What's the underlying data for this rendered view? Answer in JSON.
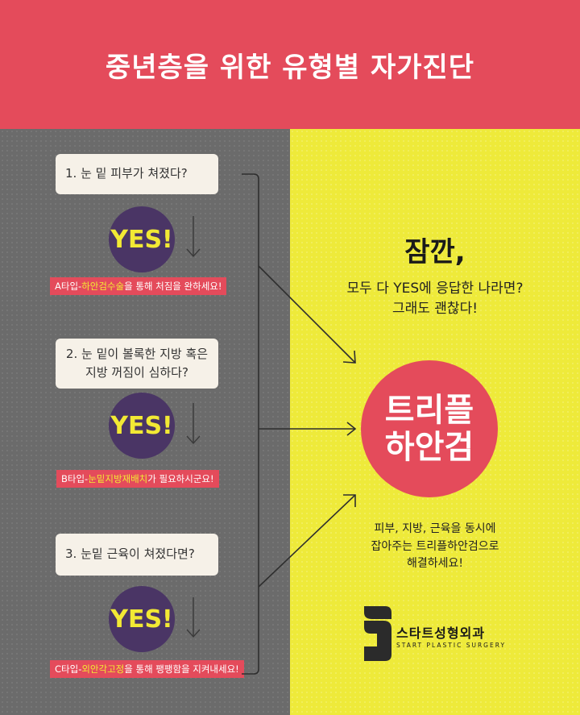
{
  "header": {
    "title": "중년층을 위한 유형별 자가진단"
  },
  "questions": [
    {
      "lines": [
        "1. 눈 밑 피부가 쳐졌다?"
      ],
      "answer": "YES!",
      "tag": {
        "prefix": "A타입-",
        "highlight": "하안검수술",
        "suffix": "을 통해 처짐을 완하세요!"
      }
    },
    {
      "lines": [
        "2. 눈 밑이 볼록한 지방 혹은",
        "지방 꺼짐이 심하다?"
      ],
      "answer": "YES!",
      "tag": {
        "prefix": "B타입-",
        "highlight": "눈밑지방재배치",
        "suffix": "가 필요하시군요!"
      }
    },
    {
      "lines": [
        "3. 눈밑 근육이 쳐졌다면?"
      ],
      "answer": "YES!",
      "tag": {
        "prefix": "C타입-",
        "highlight": "외안각고정",
        "suffix": "을 통해 팽팽함을 지켜내세요!"
      }
    }
  ],
  "right": {
    "wait": "잠깐,",
    "sub_lines": [
      "모두 다 YES에 응답한 나라면?",
      "그래도 괜찮다!"
    ],
    "circle_lines": [
      "트리플",
      "하안검"
    ],
    "desc_lines": [
      "피부, 지방, 근육을 동시에",
      "잡아주는 트리플하안검으로",
      "해결하세요!"
    ]
  },
  "logo": {
    "name": "스타트성형외과",
    "sub": "START PLASTIC SURGERY"
  },
  "colors": {
    "red": "#e44b5b",
    "yellow": "#eeea3a",
    "gray": "#6b6b6b",
    "purple": "#4a3565",
    "yes_text": "#f2e934"
  }
}
